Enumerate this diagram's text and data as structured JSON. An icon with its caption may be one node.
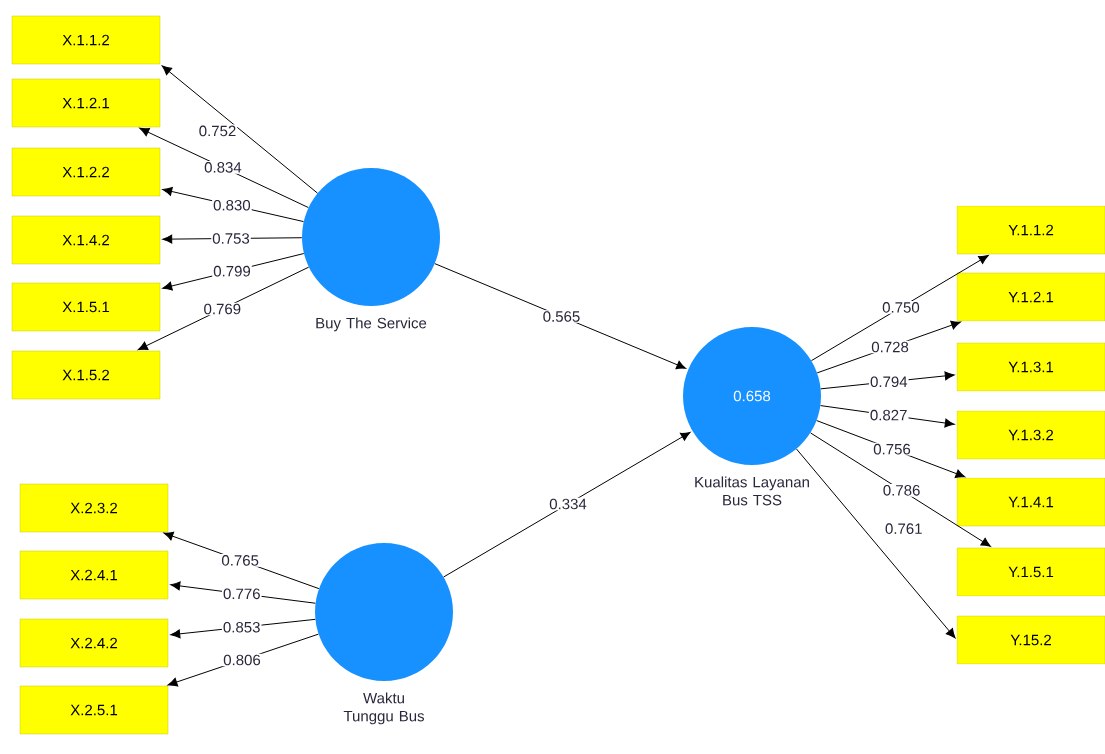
{
  "diagram": {
    "nodes": [
      {
        "text": [
          "X.1.1.2"
        ]
      },
      {
        "text": [
          "X.1.2.1"
        ]
      },
      {
        "text": [
          "X.1.2.2"
        ]
      },
      {
        "text": [
          "X.1.4.2"
        ]
      },
      {
        "text": [
          "X.1.5.1"
        ]
      },
      {
        "text": [
          "X.1.5.2"
        ]
      },
      {
        "text": [],
        "shape": "circle",
        "beside": [
          "Buy The Service"
        ]
      },
      {
        "text": [
          "0.658"
        ],
        "beside": [
          "Kualitas Layanan Bus TSS"
        ]
      },
      {
        "text": [
          "Y.1.1.2"
        ]
      },
      {
        "text": [
          "Y.1.2.1"
        ]
      },
      {
        "text": [
          "Y.1.3.1"
        ]
      },
      {
        "text": [
          "Y.1.3.2"
        ]
      },
      {
        "text": [
          "Y.1.4.1"
        ]
      },
      {
        "text": [
          "Y.1.5.1"
        ]
      },
      {
        "text": [
          "Y.15.2"
        ]
      },
      {
        "text": [
          "X.2.3.2"
        ]
      },
      {
        "text": [
          "X.2.4.1"
        ]
      },
      {
        "text": [
          "X.2.4.2"
        ]
      },
      {
        "text": [
          "X.2.5.1"
        ]
      },
      {
        "text": [],
        "shape": "circle",
        "beside": [
          "Waktu Tunggu Bus"
        ]
      }
    ],
    "edges": [
      {
        "from": 6,
        "to": 0,
        "arrow": "to",
        "label": "0.752"
      },
      {
        "from": 6,
        "to": 1,
        "arrow": "to",
        "label": "0.834"
      },
      {
        "from": 6,
        "to": 2,
        "arrow": "to",
        "label": "0.830"
      },
      {
        "from": 6,
        "to": 3,
        "arrow": "to",
        "label": "0.753"
      },
      {
        "from": 6,
        "to": 4,
        "arrow": "to",
        "label": "0.799"
      },
      {
        "from": 6,
        "to": 5,
        "arrow": "to",
        "label": "0.769"
      },
      {
        "from": 6,
        "to": 7,
        "arrow": "to",
        "label": "0.565"
      },
      {
        "from": 19,
        "to": 7,
        "arrow": "to",
        "label": "0.334"
      },
      {
        "from": 7,
        "to": 8,
        "arrow": "to",
        "label": "0.750"
      },
      {
        "from": 7,
        "to": 9,
        "arrow": "to",
        "label": "0.728"
      },
      {
        "from": 7,
        "to": 10,
        "arrow": "to",
        "label": "0.794"
      },
      {
        "from": 7,
        "to": 11,
        "arrow": "to",
        "label": "0.827"
      },
      {
        "from": 7,
        "to": 12,
        "arrow": "to",
        "label": "0.756"
      },
      {
        "from": 7,
        "to": 13,
        "arrow": "to",
        "label": "0.786"
      },
      {
        "from": 7,
        "to": 14,
        "arrow": "to",
        "label": "0.761"
      },
      {
        "from": 19,
        "to": 15,
        "arrow": "to",
        "label": "0.765"
      },
      {
        "from": 19,
        "to": 16,
        "arrow": "to",
        "label": "0.776"
      },
      {
        "from": 19,
        "to": 17,
        "arrow": "to",
        "label": "0.853"
      },
      {
        "from": 19,
        "to": 18,
        "arrow": "to",
        "label": "0.806"
      }
    ]
  }
}
